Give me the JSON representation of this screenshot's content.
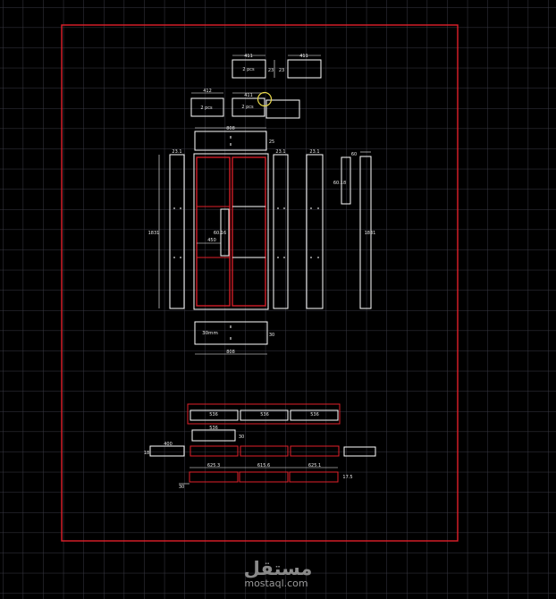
{
  "colors": {
    "background": "#000000",
    "grid": "#3a3a44",
    "sheet_border": "#e0202a",
    "panel_outline": "#ffffff",
    "accent_red": "#e0202a",
    "cursor_circle": "#e8d84a",
    "watermark": "#8a8a8a"
  },
  "top_parts": {
    "pcs_label_1": "2 pcs",
    "pcs_label_2": "2 pcs",
    "pcs_label_3": "2 pcs",
    "dim_411_a": "411",
    "dim_411_b": "411",
    "dim_411_c": "411",
    "dim_412": "412",
    "dim_23_a": "23",
    "dim_23_b": "23"
  },
  "cabinet": {
    "top_width": "808",
    "top_depth": "25",
    "side_depth_a": "23.1",
    "side_depth_b": "23.1",
    "side_depth_c": "23.1",
    "height_left": "1831",
    "height_right": "1831",
    "inner_dim": "60.16",
    "shelf_dim": "450",
    "strip_a": "60",
    "strip_b": "60.18",
    "bottom_label": "30mm",
    "bottom_depth": "30",
    "bottom_width": "808"
  },
  "drawers": {
    "front_a": "536",
    "front_b": "536",
    "front_c": "536",
    "single": "536",
    "single_side": "30",
    "left_part": "400",
    "left_side": "18",
    "rail_a": "625.3",
    "rail_b": "615.6",
    "rail_c": "625.1",
    "rail_side": "17.5",
    "rail_left": "30"
  },
  "watermark": {
    "arabic": "مستقل",
    "latin": "mostaql.com"
  }
}
